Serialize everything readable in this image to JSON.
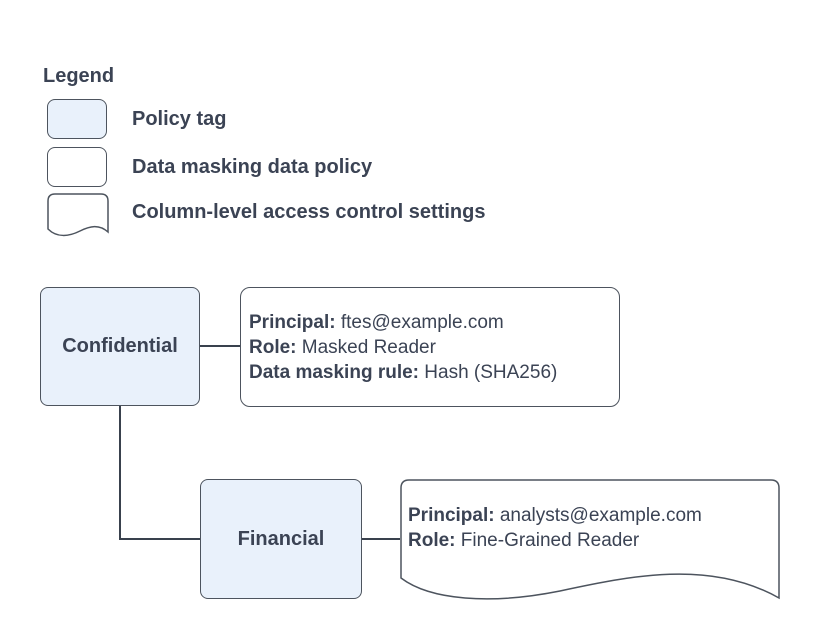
{
  "legend": {
    "title": "Legend",
    "items": [
      {
        "shape": "policy-tag-swatch",
        "label": "Policy tag"
      },
      {
        "shape": "data-policy-swatch",
        "label": "Data masking data policy"
      },
      {
        "shape": "document-swatch",
        "label": "Column-level access control settings"
      }
    ]
  },
  "diagram": {
    "nodes": {
      "confidential": {
        "label": "Confidential"
      },
      "financial": {
        "label": "Financial"
      },
      "masking_policy": {
        "lines": [
          {
            "label": "Principal:",
            "value": "ftes@example.com"
          },
          {
            "label": "Role:",
            "value": "Masked Reader"
          },
          {
            "label": "Data masking rule:",
            "value": "Hash (SHA256)"
          }
        ]
      },
      "access_settings": {
        "lines": [
          {
            "label": "Principal:",
            "value": "analysts@example.com"
          },
          {
            "label": "Role:",
            "value": "Fine-Grained Reader"
          }
        ]
      }
    }
  },
  "colors": {
    "policy_tag_fill": "#e9f1fb",
    "shape_stroke": "#4d545e",
    "text": "#3b4354",
    "connector": "#39414d",
    "background": "#ffffff"
  }
}
